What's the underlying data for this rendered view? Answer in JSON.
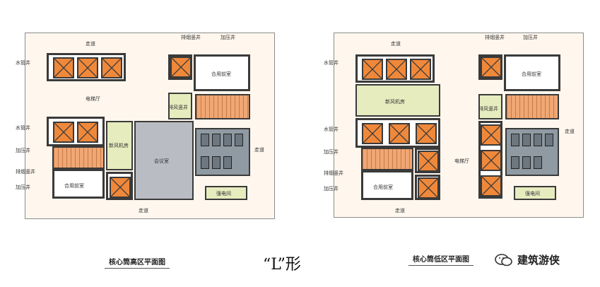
{
  "left_plan": {
    "caption": "核心筒高区平面图",
    "corridor_top": "走道",
    "corridor_bottom": "走道",
    "corridor_right": "走道",
    "lobby": "电梯厅",
    "fresh_air": "新风机房",
    "meeting": "会议室",
    "front_room": "合用前室",
    "front_room_2": "合用前室",
    "exhaust": "排风竖井",
    "strong_elec": "强电间",
    "left_labels": [
      "水管井",
      "水管井",
      "加压井",
      "排烟竖井",
      "加压井"
    ],
    "top_right_labels": [
      "排烟竖井",
      "加压井"
    ]
  },
  "right_plan": {
    "caption": "核心筒低区平面图",
    "corridor_top": "走道",
    "corridor_bottom": "走道",
    "corridor_right": "走道",
    "fresh_air_room": "新风机房",
    "lobby": "电梯厅",
    "front_room": "合用前室",
    "front_room_2": "合用前室",
    "exhaust": "排风竖井",
    "strong_elec": "强电间",
    "left_labels": [
      "水管井",
      "水管井",
      "加压井",
      "排烟竖井",
      "加压井"
    ],
    "top_right_labels": [
      "排烟竖井",
      "加压井"
    ]
  },
  "center_caption": "“L”形",
  "watermark": "建筑游侠",
  "watermark_icon": "wechat-icon",
  "colors": {
    "lift": "#f0883a",
    "green": "#e6ecbe",
    "gray": "#b9bcc3",
    "toilet": "#8f9aa3"
  }
}
